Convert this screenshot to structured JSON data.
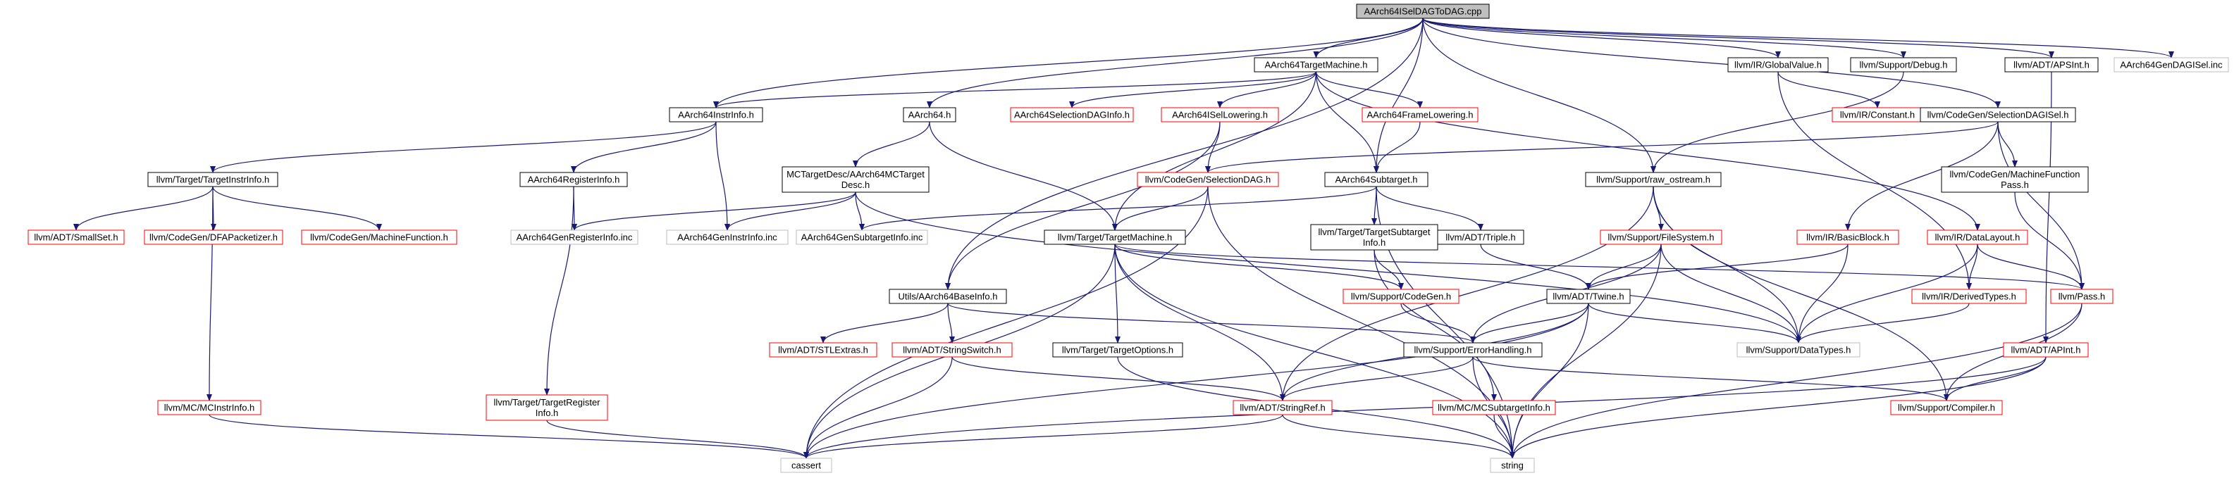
{
  "colors": {
    "edge": "#191970",
    "node_border_normal": "#000000",
    "node_border_red": "#ff0000",
    "node_border_gray": "#bfbfbf",
    "root_fill": "#bfbfbf",
    "fill": "#ffffff"
  },
  "nodes": [
    {
      "id": "root",
      "lines": [
        "AArch64ISelDAGToDAG.cpp"
      ],
      "kind": "root"
    },
    {
      "id": "instrinfo",
      "lines": [
        "AArch64InstrInfo.h"
      ],
      "kind": "normal"
    },
    {
      "id": "aarch64h",
      "lines": [
        "AArch64.h"
      ],
      "kind": "normal"
    },
    {
      "id": "tm",
      "lines": [
        "AArch64TargetMachine.h"
      ],
      "kind": "normal"
    },
    {
      "id": "globalvalue",
      "lines": [
        "llvm/IR/GlobalValue.h"
      ],
      "kind": "normal"
    },
    {
      "id": "debug",
      "lines": [
        "llvm/Support/Debug.h"
      ],
      "kind": "normal"
    },
    {
      "id": "apsint",
      "lines": [
        "llvm/ADT/APSInt.h"
      ],
      "kind": "normal"
    },
    {
      "id": "gendagisel",
      "lines": [
        "AArch64GenDAGISel.inc"
      ],
      "kind": "gray"
    },
    {
      "id": "seldaginfo",
      "lines": [
        "AArch64SelectionDAGInfo.h"
      ],
      "kind": "red"
    },
    {
      "id": "isellowering",
      "lines": [
        "AArch64ISelLowering.h"
      ],
      "kind": "red"
    },
    {
      "id": "framelowering",
      "lines": [
        "AArch64FrameLowering.h"
      ],
      "kind": "red"
    },
    {
      "id": "constant",
      "lines": [
        "llvm/IR/Constant.h"
      ],
      "kind": "red"
    },
    {
      "id": "seldagisel",
      "lines": [
        "llvm/CodeGen/SelectionDAGISel.h"
      ],
      "kind": "normal"
    },
    {
      "id": "targetinstrinfo",
      "lines": [
        "llvm/Target/TargetInstrInfo.h"
      ],
      "kind": "normal"
    },
    {
      "id": "reginfo",
      "lines": [
        "AArch64RegisterInfo.h"
      ],
      "kind": "normal"
    },
    {
      "id": "mcdesc",
      "lines": [
        "MCTargetDesc/AArch64MCTarget",
        "Desc.h"
      ],
      "kind": "normal"
    },
    {
      "id": "seldag",
      "lines": [
        "llvm/CodeGen/SelectionDAG.h"
      ],
      "kind": "red"
    },
    {
      "id": "subtarget",
      "lines": [
        "AArch64Subtarget.h"
      ],
      "kind": "normal"
    },
    {
      "id": "rawostream",
      "lines": [
        "llvm/Support/raw_ostream.h"
      ],
      "kind": "normal"
    },
    {
      "id": "mfpass",
      "lines": [
        "llvm/CodeGen/MachineFunction",
        "Pass.h"
      ],
      "kind": "normal"
    },
    {
      "id": "smallset",
      "lines": [
        "llvm/ADT/SmallSet.h"
      ],
      "kind": "red"
    },
    {
      "id": "dfapack",
      "lines": [
        "llvm/CodeGen/DFAPacketizer.h"
      ],
      "kind": "red"
    },
    {
      "id": "machinefunc",
      "lines": [
        "llvm/CodeGen/MachineFunction.h"
      ],
      "kind": "red"
    },
    {
      "id": "genreginfo",
      "lines": [
        "AArch64GenRegisterInfo.inc"
      ],
      "kind": "gray"
    },
    {
      "id": "geninstrinfo",
      "lines": [
        "AArch64GenInstrInfo.inc"
      ],
      "kind": "gray"
    },
    {
      "id": "gensubinfo",
      "lines": [
        "AArch64GenSubtargetInfo.inc"
      ],
      "kind": "gray"
    },
    {
      "id": "targetmachine",
      "lines": [
        "llvm/Target/TargetMachine.h"
      ],
      "kind": "normal"
    },
    {
      "id": "targetsubinfo",
      "lines": [
        "llvm/Target/TargetSubtarget",
        "Info.h"
      ],
      "kind": "normal"
    },
    {
      "id": "triple",
      "lines": [
        "llvm/ADT/Triple.h"
      ],
      "kind": "normal"
    },
    {
      "id": "filesystem",
      "lines": [
        "llvm/Support/FileSystem.h"
      ],
      "kind": "red"
    },
    {
      "id": "basicblock",
      "lines": [
        "llvm/IR/BasicBlock.h"
      ],
      "kind": "red"
    },
    {
      "id": "datalayout",
      "lines": [
        "llvm/IR/DataLayout.h"
      ],
      "kind": "red"
    },
    {
      "id": "baseinfo",
      "lines": [
        "Utils/AArch64BaseInfo.h"
      ],
      "kind": "normal"
    },
    {
      "id": "codegen",
      "lines": [
        "llvm/Support/CodeGen.h"
      ],
      "kind": "red"
    },
    {
      "id": "twine",
      "lines": [
        "llvm/ADT/Twine.h"
      ],
      "kind": "normal"
    },
    {
      "id": "derivedtypes",
      "lines": [
        "llvm/IR/DerivedTypes.h"
      ],
      "kind": "red"
    },
    {
      "id": "pass",
      "lines": [
        "llvm/Pass.h"
      ],
      "kind": "red"
    },
    {
      "id": "stlextras",
      "lines": [
        "llvm/ADT/STLExtras.h"
      ],
      "kind": "red"
    },
    {
      "id": "stringswitch",
      "lines": [
        "llvm/ADT/StringSwitch.h"
      ],
      "kind": "red"
    },
    {
      "id": "targetoptions",
      "lines": [
        "llvm/Target/TargetOptions.h"
      ],
      "kind": "normal"
    },
    {
      "id": "errorhandling",
      "lines": [
        "llvm/Support/ErrorHandling.h"
      ],
      "kind": "normal"
    },
    {
      "id": "datatypes",
      "lines": [
        "llvm/Support/DataTypes.h"
      ],
      "kind": "gray"
    },
    {
      "id": "apint",
      "lines": [
        "llvm/ADT/APInt.h"
      ],
      "kind": "red"
    },
    {
      "id": "mcinstrinfo",
      "lines": [
        "llvm/MC/MCInstrInfo.h"
      ],
      "kind": "red"
    },
    {
      "id": "targetreginfo",
      "lines": [
        "llvm/Target/TargetRegister",
        "Info.h"
      ],
      "kind": "red"
    },
    {
      "id": "stringref",
      "lines": [
        "llvm/ADT/StringRef.h"
      ],
      "kind": "red"
    },
    {
      "id": "mcsubinfo",
      "lines": [
        "llvm/MC/MCSubtargetInfo.h"
      ],
      "kind": "red"
    },
    {
      "id": "compiler",
      "lines": [
        "llvm/Support/Compiler.h"
      ],
      "kind": "red"
    },
    {
      "id": "cassert",
      "lines": [
        "cassert"
      ],
      "kind": "gray"
    },
    {
      "id": "string",
      "lines": [
        "string"
      ],
      "kind": "gray"
    }
  ],
  "edges": [
    [
      "root",
      "instrinfo"
    ],
    [
      "root",
      "aarch64h"
    ],
    [
      "root",
      "tm"
    ],
    [
      "root",
      "globalvalue"
    ],
    [
      "root",
      "debug"
    ],
    [
      "root",
      "apsint"
    ],
    [
      "root",
      "gendagisel"
    ],
    [
      "root",
      "seldagisel"
    ],
    [
      "root",
      "subtarget"
    ],
    [
      "root",
      "rawostream"
    ],
    [
      "root",
      "baseinfo"
    ],
    [
      "instrinfo",
      "targetinstrinfo"
    ],
    [
      "instrinfo",
      "reginfo"
    ],
    [
      "instrinfo",
      "geninstrinfo"
    ],
    [
      "aarch64h",
      "mcdesc"
    ],
    [
      "aarch64h",
      "targetmachine"
    ],
    [
      "tm",
      "instrinfo"
    ],
    [
      "tm",
      "seldaginfo"
    ],
    [
      "tm",
      "isellowering"
    ],
    [
      "tm",
      "framelowering"
    ],
    [
      "tm",
      "subtarget"
    ],
    [
      "tm",
      "targetmachine"
    ],
    [
      "tm",
      "datalayout"
    ],
    [
      "globalvalue",
      "constant"
    ],
    [
      "globalvalue",
      "derivedtypes"
    ],
    [
      "debug",
      "rawostream"
    ],
    [
      "apsint",
      "apint"
    ],
    [
      "isellowering",
      "seldag"
    ],
    [
      "isellowering",
      "baseinfo"
    ],
    [
      "framelowering",
      "subtarget"
    ],
    [
      "seldagisel",
      "seldag"
    ],
    [
      "seldagisel",
      "mfpass"
    ],
    [
      "seldagisel",
      "basicblock"
    ],
    [
      "seldagisel",
      "pass"
    ],
    [
      "targetinstrinfo",
      "smallset"
    ],
    [
      "targetinstrinfo",
      "dfapack"
    ],
    [
      "targetinstrinfo",
      "machinefunc"
    ],
    [
      "targetinstrinfo",
      "mcinstrinfo"
    ],
    [
      "reginfo",
      "genreginfo"
    ],
    [
      "reginfo",
      "targetreginfo"
    ],
    [
      "mcdesc",
      "genreginfo"
    ],
    [
      "mcdesc",
      "geninstrinfo"
    ],
    [
      "mcdesc",
      "gensubinfo"
    ],
    [
      "mcdesc",
      "datatypes"
    ],
    [
      "seldag",
      "targetmachine"
    ],
    [
      "seldag",
      "cassert"
    ],
    [
      "seldag",
      "string"
    ],
    [
      "subtarget",
      "gensubinfo"
    ],
    [
      "subtarget",
      "targetsubinfo"
    ],
    [
      "subtarget",
      "triple"
    ],
    [
      "subtarget",
      "string"
    ],
    [
      "rawostream",
      "filesystem"
    ],
    [
      "rawostream",
      "datatypes"
    ],
    [
      "rawostream",
      "compiler"
    ],
    [
      "rawostream",
      "stringref"
    ],
    [
      "mfpass",
      "pass"
    ],
    [
      "targetmachine",
      "codegen"
    ],
    [
      "targetmachine",
      "targetoptions"
    ],
    [
      "targetmachine",
      "stringref"
    ],
    [
      "targetmachine",
      "pass"
    ],
    [
      "targetmachine",
      "cassert"
    ],
    [
      "targetmachine",
      "string"
    ],
    [
      "targetsubinfo",
      "codegen"
    ],
    [
      "targetsubinfo",
      "mcsubinfo"
    ],
    [
      "triple",
      "twine"
    ],
    [
      "filesystem",
      "twine"
    ],
    [
      "filesystem",
      "datatypes"
    ],
    [
      "filesystem",
      "errorhandling"
    ],
    [
      "filesystem",
      "string"
    ],
    [
      "basicblock",
      "twine"
    ],
    [
      "basicblock",
      "datatypes"
    ],
    [
      "datalayout",
      "derivedtypes"
    ],
    [
      "datalayout",
      "pass"
    ],
    [
      "datalayout",
      "datatypes"
    ],
    [
      "baseinfo",
      "stlextras"
    ],
    [
      "baseinfo",
      "stringswitch"
    ],
    [
      "baseinfo",
      "errorhandling"
    ],
    [
      "codegen",
      "errorhandling"
    ],
    [
      "twine",
      "stringref"
    ],
    [
      "twine",
      "datatypes"
    ],
    [
      "twine",
      "errorhandling"
    ],
    [
      "twine",
      "cassert"
    ],
    [
      "twine",
      "string"
    ],
    [
      "derivedtypes",
      "datatypes"
    ],
    [
      "pass",
      "compiler"
    ],
    [
      "pass",
      "string"
    ],
    [
      "stringswitch",
      "stringref"
    ],
    [
      "stringswitch",
      "cassert"
    ],
    [
      "targetoptions",
      "string"
    ],
    [
      "errorhandling",
      "compiler"
    ],
    [
      "errorhandling",
      "stringref"
    ],
    [
      "errorhandling",
      "string"
    ],
    [
      "apint",
      "compiler"
    ],
    [
      "apint",
      "cassert"
    ],
    [
      "apint",
      "string"
    ],
    [
      "mcinstrinfo",
      "cassert"
    ],
    [
      "targetreginfo",
      "cassert"
    ],
    [
      "stringref",
      "cassert"
    ],
    [
      "stringref",
      "string"
    ],
    [
      "mcsubinfo",
      "string"
    ]
  ]
}
